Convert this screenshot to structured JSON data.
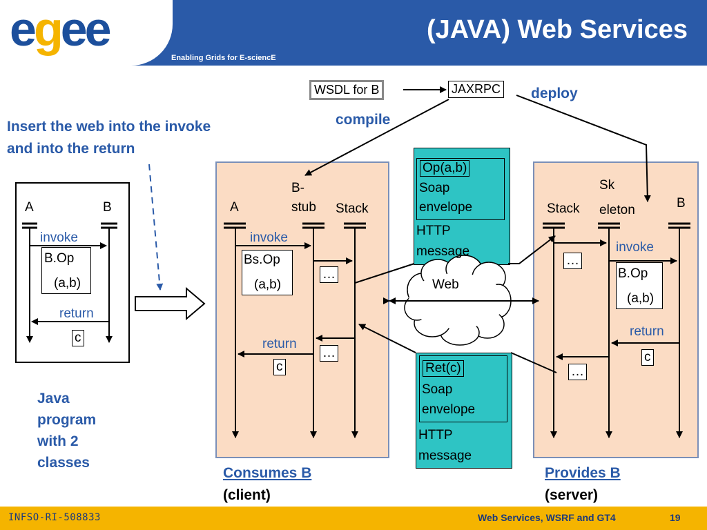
{
  "header": {
    "logo": "egee",
    "tagline": "Enabling Grids for E-sciencE",
    "title": "(JAVA) Web Services"
  },
  "top": {
    "wsdl": "WSDL for B",
    "jaxrpc": "JAXRPC",
    "deploy": "deploy",
    "compile": "compile"
  },
  "note": {
    "line1": "Insert the web into the invoke",
    "line2": "and into the return"
  },
  "java_box": {
    "a": "A",
    "b": "B",
    "invoke": "invoke",
    "op": "B.Op",
    "args": "(a,b)",
    "return": "return",
    "c": "c",
    "caption": [
      "Java",
      "program",
      "with 2",
      "classes"
    ]
  },
  "client": {
    "a": "A",
    "stub_line1": "B-",
    "stub_line2": "stub",
    "stack": "Stack",
    "invoke": "invoke",
    "op": "Bs.Op",
    "args": "(a,b)",
    "return": "return",
    "c": "c",
    "dots_top": "…",
    "dots_bottom": "…",
    "caption1": "Consumes B",
    "caption2": "(client)"
  },
  "server": {
    "stack": "Stack",
    "sk_line1": "Sk",
    "sk_line2": "eleton",
    "b": "B",
    "invoke": "invoke",
    "op": "B.Op",
    "args": "(a,b)",
    "return": "return",
    "c": "c",
    "dots_top": "…",
    "dots_bottom": "…",
    "caption1": "Provides B",
    "caption2": "(server)"
  },
  "request_msg": {
    "op": "Op(a,b)",
    "soap": "Soap",
    "envelope": "envelope",
    "http": "HTTP",
    "message": "message"
  },
  "response_msg": {
    "ret": "Ret(c)",
    "soap": "Soap",
    "envelope": "envelope",
    "http": "HTTP",
    "message": "message"
  },
  "web": "Web",
  "footer": {
    "left": "INFSO-RI-508833",
    "right": "Web Services, WSRF and GT4",
    "page": "19"
  },
  "colors": {
    "header_blue": "#2a5aa8",
    "footer_gold": "#f5b400",
    "panel_peach": "#fbdcc4",
    "message_teal": "#2ec4c4"
  }
}
